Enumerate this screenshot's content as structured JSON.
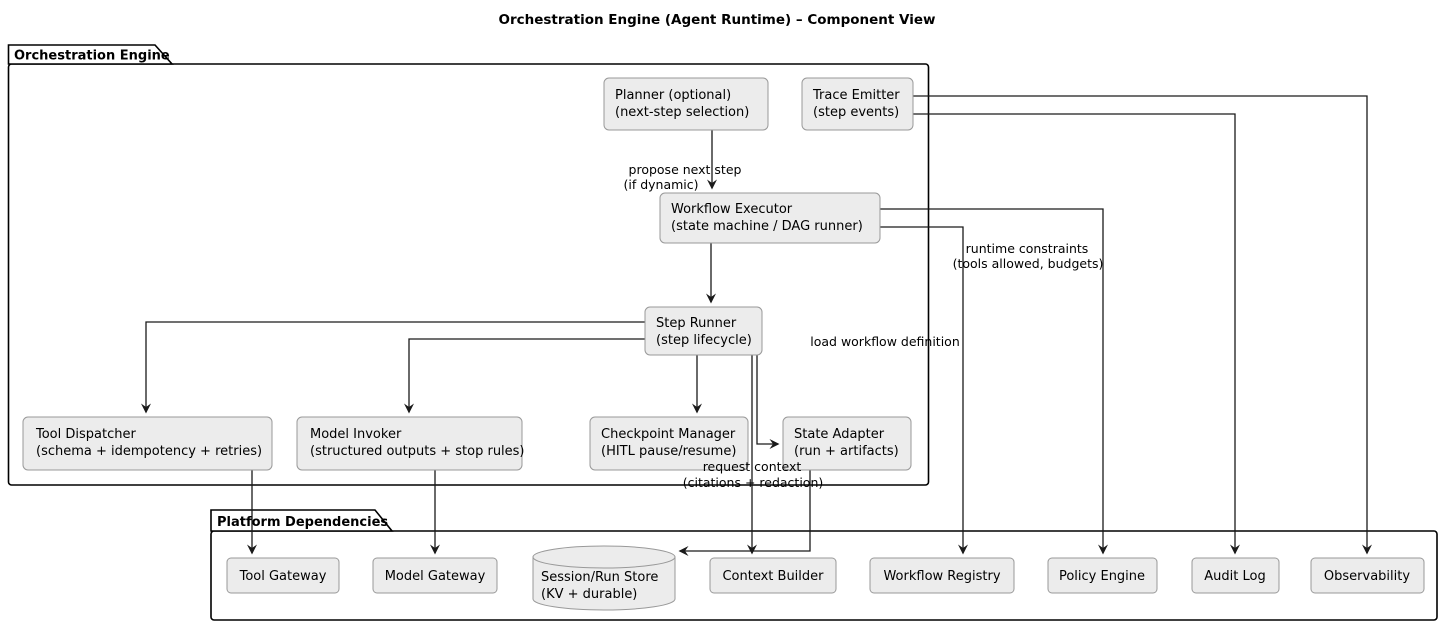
{
  "title": "Orchestration Engine (Agent Runtime) – Component View",
  "containers": {
    "orchestration": {
      "label": "Orchestration Engine"
    },
    "platform": {
      "label": "Platform Dependencies"
    }
  },
  "nodes": {
    "planner": {
      "line1": "Planner (optional)",
      "line2": "(next-step selection)"
    },
    "trace_emitter": {
      "line1": "Trace Emitter",
      "line2": "(step events)"
    },
    "workflow_executor": {
      "line1": "Workflow Executor",
      "line2": "(state machine / DAG runner)"
    },
    "step_runner": {
      "line1": "Step Runner",
      "line2": "(step lifecycle)"
    },
    "tool_dispatcher": {
      "line1": "Tool Dispatcher",
      "line2": "(schema + idempotency + retries)"
    },
    "model_invoker": {
      "line1": "Model Invoker",
      "line2": "(structured outputs + stop rules)"
    },
    "checkpoint_manager": {
      "line1": "Checkpoint Manager",
      "line2": "(HITL pause/resume)"
    },
    "state_adapter": {
      "line1": "State Adapter",
      "line2": "(run + artifacts)"
    },
    "tool_gateway": {
      "label": "Tool Gateway"
    },
    "model_gateway": {
      "label": "Model Gateway"
    },
    "session_run_store": {
      "line1": "Session/Run Store",
      "line2": "(KV + durable)"
    },
    "context_builder": {
      "label": "Context Builder"
    },
    "workflow_registry": {
      "label": "Workflow Registry"
    },
    "policy_engine": {
      "label": "Policy Engine"
    },
    "audit_log": {
      "label": "Audit Log"
    },
    "observability": {
      "label": "Observability"
    }
  },
  "edge_labels": {
    "propose_next_step": {
      "line1": "propose next step",
      "line2": "(if dynamic)"
    },
    "runtime_constraints": {
      "line1": "runtime constraints",
      "line2": "(tools allowed, budgets)"
    },
    "load_workflow_definition": {
      "label": "load workflow definition"
    },
    "request_context": {
      "line1": "request context",
      "line2": "(citations + redaction)"
    }
  },
  "colors": {
    "node_fill": "#ececec",
    "node_border": "#999999",
    "container_border": "#000000",
    "edge": "#1a1a1a",
    "background": "#ffffff"
  }
}
